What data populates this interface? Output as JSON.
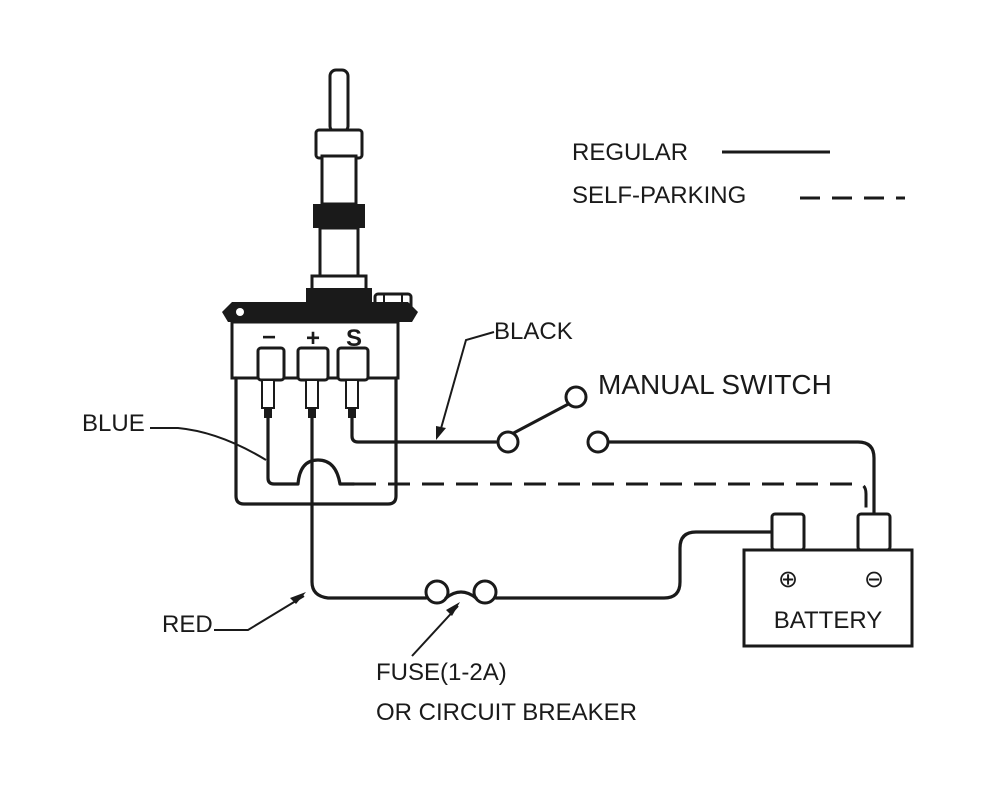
{
  "legend": {
    "regular": "REGULAR",
    "self_parking": "SELF-PARKING"
  },
  "motor": {
    "terminal_minus": "−",
    "terminal_plus": "+",
    "terminal_s": "S"
  },
  "wires": {
    "black": "BLACK",
    "blue": "BLUE",
    "red": "RED"
  },
  "switch": {
    "label": "MANUAL SWITCH"
  },
  "battery": {
    "label": "BATTERY",
    "positive_symbol": "⊕",
    "negative_symbol": "⊖"
  },
  "fuse": {
    "line1": "FUSE(1-2A)",
    "line2": "OR CIRCUIT BREAKER"
  }
}
